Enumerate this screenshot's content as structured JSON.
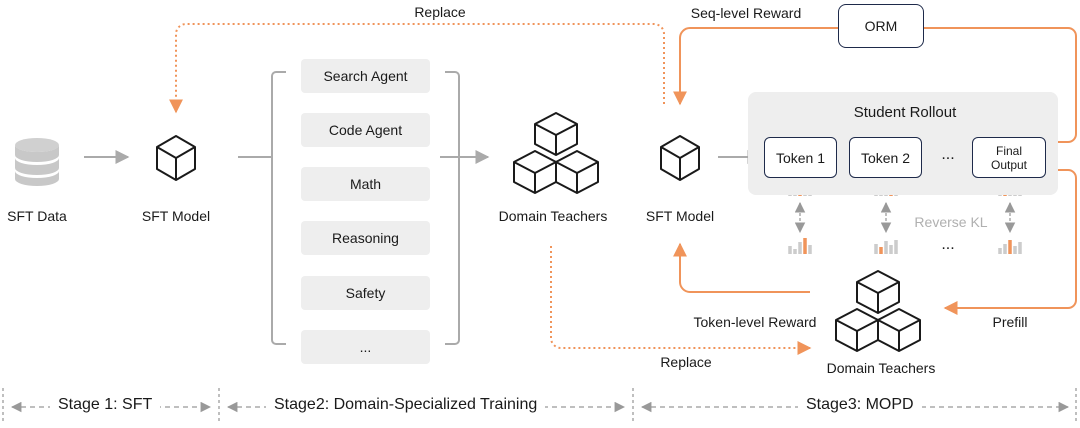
{
  "colors": {
    "accent": "#f0945a",
    "dark": "#2a2a2a",
    "gray": "#aaaaaa",
    "panel": "#eeeeee"
  },
  "nodes": {
    "sft_data": "SFT Data",
    "sft_model_1": "SFT Model",
    "domains": [
      "Search Agent",
      "Code Agent",
      "Math",
      "Reasoning",
      "Safety",
      "..."
    ],
    "domain_teachers_1": "Domain Teachers",
    "sft_model_2": "SFT Model",
    "student_rollout": "Student Rollout",
    "tokens": [
      "Token 1",
      "Token 2"
    ],
    "ellipsis": "...",
    "final_output": "Final Output",
    "orm": "ORM",
    "reverse_kl": "Reverse KL",
    "domain_teachers_2": "Domain Teachers"
  },
  "edges": {
    "replace_top": "Replace",
    "replace_bottom": "Replace",
    "seq_reward": "Seq-level Reward",
    "token_reward": "Token-level Reward",
    "prefill": "Prefill"
  },
  "stages": [
    "Stage 1: SFT",
    "Stage2: Domain-Specialized Training",
    "Stage3: MOPD"
  ]
}
